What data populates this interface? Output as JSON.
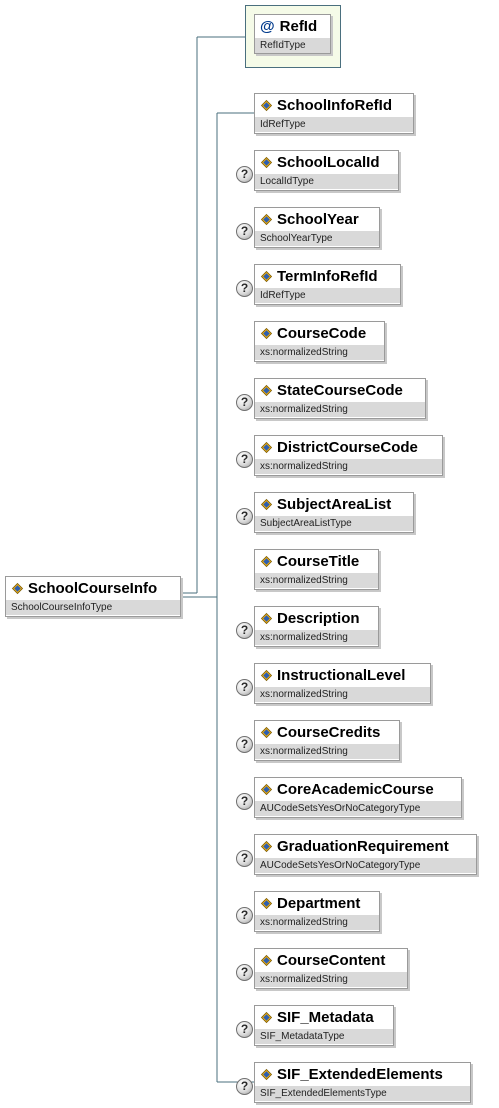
{
  "root": {
    "name": "SchoolCourseInfo",
    "type": "SchoolCourseInfoType"
  },
  "attribute": {
    "marker": "@",
    "name": "RefId",
    "type": "RefIdType"
  },
  "optional_marker": "?",
  "children": [
    {
      "name": "SchoolInfoRefId",
      "type": "IdRefType",
      "optional": false
    },
    {
      "name": "SchoolLocalId",
      "type": "LocalIdType",
      "optional": true
    },
    {
      "name": "SchoolYear",
      "type": "SchoolYearType",
      "optional": true
    },
    {
      "name": "TermInfoRefId",
      "type": "IdRefType",
      "optional": true
    },
    {
      "name": "CourseCode",
      "type": "xs:normalizedString",
      "optional": false
    },
    {
      "name": "StateCourseCode",
      "type": "xs:normalizedString",
      "optional": true
    },
    {
      "name": "DistrictCourseCode",
      "type": "xs:normalizedString",
      "optional": true
    },
    {
      "name": "SubjectAreaList",
      "type": "SubjectAreaListType",
      "optional": true
    },
    {
      "name": "CourseTitle",
      "type": "xs:normalizedString",
      "optional": false
    },
    {
      "name": "Description",
      "type": "xs:normalizedString",
      "optional": true
    },
    {
      "name": "InstructionalLevel",
      "type": "xs:normalizedString",
      "optional": true
    },
    {
      "name": "CourseCredits",
      "type": "xs:normalizedString",
      "optional": true
    },
    {
      "name": "CoreAcademicCourse",
      "type": "AUCodeSetsYesOrNoCategoryType",
      "optional": true
    },
    {
      "name": "GraduationRequirement",
      "type": "AUCodeSetsYesOrNoCategoryType",
      "optional": true
    },
    {
      "name": "Department",
      "type": "xs:normalizedString",
      "optional": true
    },
    {
      "name": "CourseContent",
      "type": "xs:normalizedString",
      "optional": true
    },
    {
      "name": "SIF_Metadata",
      "type": "SIF_MetadataType",
      "optional": true
    },
    {
      "name": "SIF_ExtendedElements",
      "type": "SIF_ExtendedElementsType",
      "optional": true
    }
  ]
}
